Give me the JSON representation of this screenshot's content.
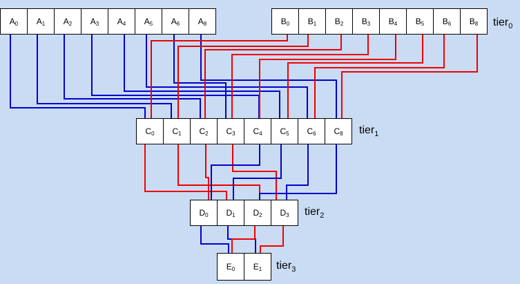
{
  "tiers": [
    {
      "label_base": "tier",
      "label_index": "0"
    },
    {
      "label_base": "tier",
      "label_index": "1"
    },
    {
      "label_base": "tier",
      "label_index": "2"
    },
    {
      "label_base": "tier",
      "label_index": "3"
    }
  ],
  "arrays": {
    "A": [
      {
        "base": "A",
        "index": "0"
      },
      {
        "base": "A",
        "index": "1"
      },
      {
        "base": "A",
        "index": "2"
      },
      {
        "base": "A",
        "index": "3"
      },
      {
        "base": "A",
        "index": "4"
      },
      {
        "base": "A",
        "index": "5"
      },
      {
        "base": "A",
        "index": "6"
      },
      {
        "base": "A",
        "index": "8"
      }
    ],
    "B": [
      {
        "base": "B",
        "index": "0"
      },
      {
        "base": "B",
        "index": "1"
      },
      {
        "base": "B",
        "index": "2"
      },
      {
        "base": "B",
        "index": "3"
      },
      {
        "base": "B",
        "index": "4"
      },
      {
        "base": "B",
        "index": "5"
      },
      {
        "base": "B",
        "index": "6"
      },
      {
        "base": "B",
        "index": "8"
      }
    ],
    "C": [
      {
        "base": "C",
        "index": "0"
      },
      {
        "base": "C",
        "index": "1"
      },
      {
        "base": "C",
        "index": "2"
      },
      {
        "base": "C",
        "index": "3"
      },
      {
        "base": "C",
        "index": "4"
      },
      {
        "base": "C",
        "index": "5"
      },
      {
        "base": "C",
        "index": "6"
      },
      {
        "base": "C",
        "index": "8"
      }
    ],
    "D": [
      {
        "base": "D",
        "index": "0"
      },
      {
        "base": "D",
        "index": "1"
      },
      {
        "base": "D",
        "index": "2"
      },
      {
        "base": "D",
        "index": "3"
      }
    ],
    "E": [
      {
        "base": "E",
        "index": "0"
      },
      {
        "base": "E",
        "index": "1"
      }
    ]
  },
  "colors": {
    "background": "#cadcf3",
    "wire_blue": "#0000cc",
    "wire_red": "#ee0000"
  }
}
